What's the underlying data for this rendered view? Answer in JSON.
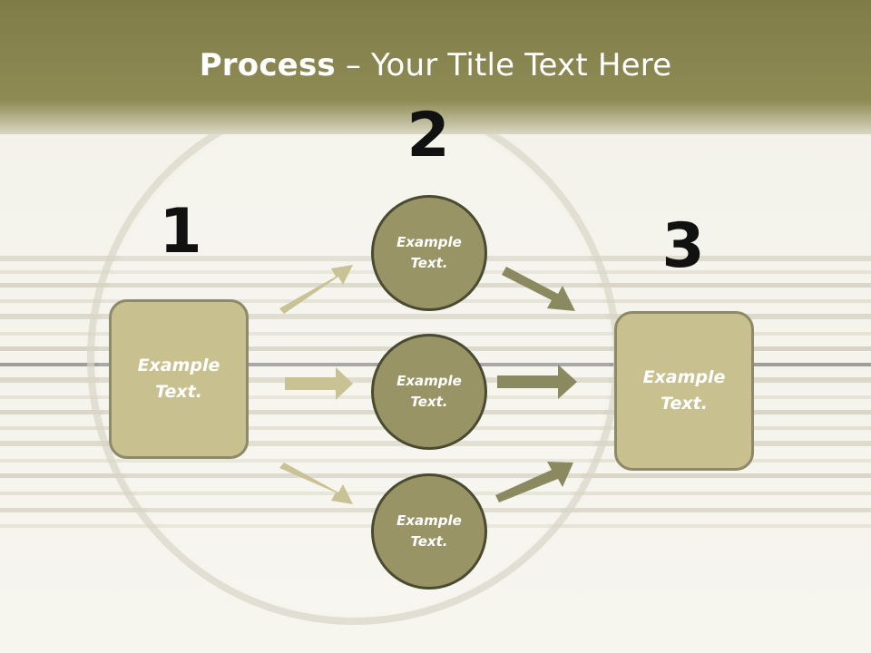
{
  "slide": {
    "title_bold": "Process",
    "title_rest": " – Your Title Text Here"
  },
  "steps": {
    "one": {
      "number": "1",
      "text": "Example\nText."
    },
    "two": {
      "number": "2",
      "items": [
        "Example\nText.",
        "Example\nText.",
        "Example\nText."
      ]
    },
    "three": {
      "number": "3",
      "text": "Example\nText."
    }
  },
  "colors": {
    "header_band": "#83804a",
    "box_fill": "#c8c08e",
    "circle_fill": "#989465",
    "arrow_light": "#c9c295",
    "arrow_dark": "#8a8960"
  }
}
